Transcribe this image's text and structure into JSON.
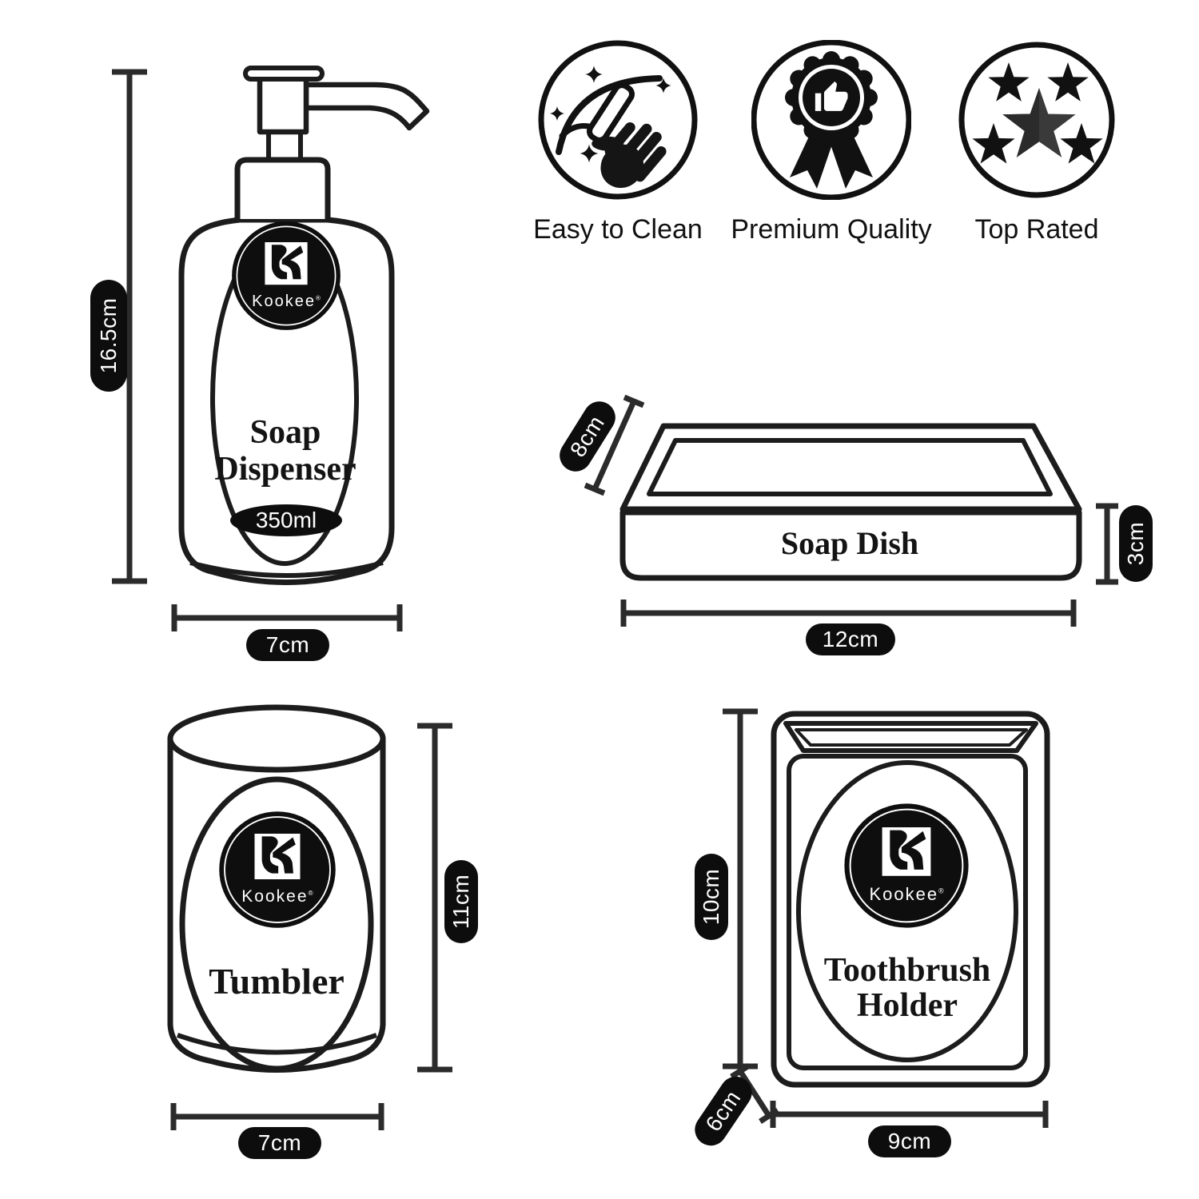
{
  "brand": {
    "wordmark": "Kookee",
    "registered": "®"
  },
  "features": [
    {
      "icon": "sparkle-hand-icon",
      "label": "Easy to Clean"
    },
    {
      "icon": "ribbon-thumbs-up-icon",
      "label": "Premium Quality"
    },
    {
      "icon": "five-stars-icon",
      "label": "Top Rated"
    }
  ],
  "products": {
    "soap_dispenser": {
      "name_line1": "Soap",
      "name_line2": "Dispenser",
      "capacity": "350ml",
      "height_label": "16.5cm",
      "width_label": "7cm"
    },
    "soap_dish": {
      "name": "Soap Dish",
      "depth_label": "8cm",
      "height_label": "3cm",
      "width_label": "12cm"
    },
    "tumbler": {
      "name": "Tumbler",
      "height_label": "11cm",
      "width_label": "7cm"
    },
    "toothbrush_holder": {
      "name_line1": "Toothbrush",
      "name_line2": "Holder",
      "height_label": "10cm",
      "depth_label": "6cm",
      "width_label": "9cm"
    }
  },
  "colors": {
    "ink": "#1c1c1c",
    "dimension_line": "#2b2b2b",
    "pill_background": "#0d0d0d",
    "pill_text": "#ffffff",
    "logo_background": "#0e0e0e",
    "center_star": "#3a3a3a",
    "background": "#ffffff"
  }
}
